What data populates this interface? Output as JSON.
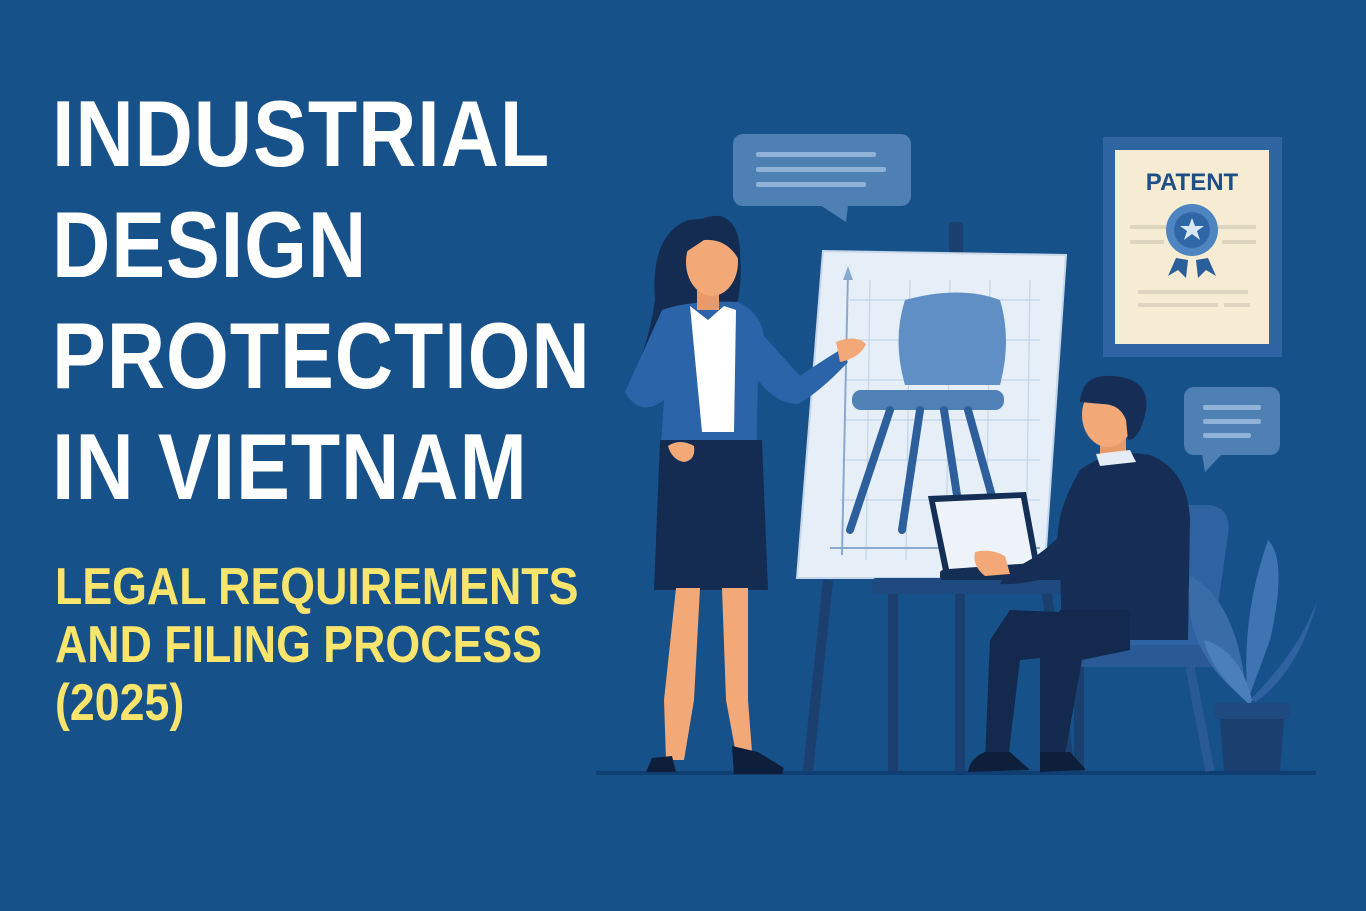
{
  "title": {
    "lines": [
      "INDUSTRIAL",
      "DESIGN",
      "PROTECTION",
      "IN VIETNAM"
    ]
  },
  "subtitle": {
    "lines": [
      "LEGAL REQUIREMENTS",
      "AND FILING PROCESS",
      "(2025)"
    ]
  },
  "illustration": {
    "certificate_label": "PATENT"
  },
  "colors": {
    "background": "#175189",
    "title": "#ffffff",
    "subtitle": "#f9e46c"
  }
}
